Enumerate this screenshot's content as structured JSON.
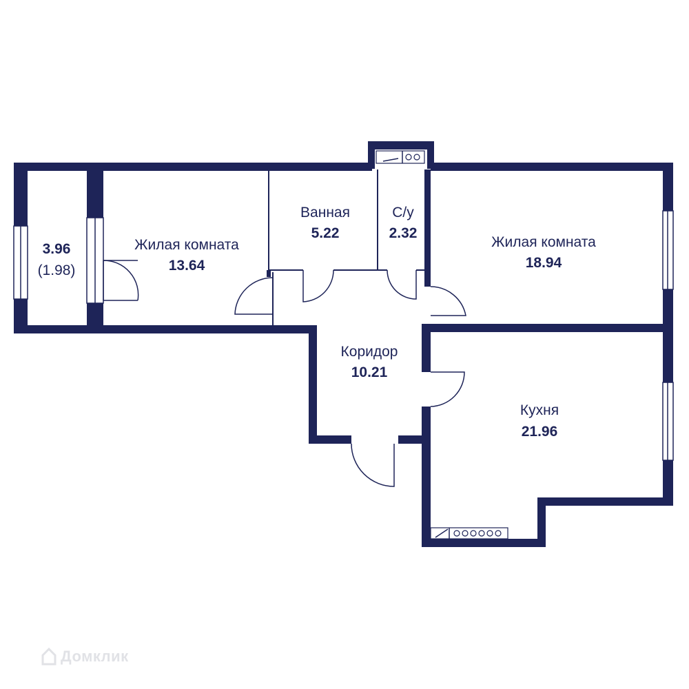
{
  "rooms": {
    "balcony": {
      "area": "3.96",
      "area_sub": "(1.98)"
    },
    "living_left": {
      "label": "Жилая комната",
      "area": "13.64"
    },
    "bath": {
      "label": "Ванная",
      "area": "5.22"
    },
    "wc": {
      "label": "С/у",
      "area": "2.32"
    },
    "living_right": {
      "label": "Жилая комната",
      "area": "18.94"
    },
    "corridor": {
      "label": "Коридор",
      "area": "10.21"
    },
    "kitchen": {
      "label": "Кухня",
      "area": "21.96"
    }
  },
  "watermark": {
    "text": "Домклик",
    "icon": "house-logo-icon"
  },
  "colors": {
    "wall": "#1e2458",
    "background": "#ffffff",
    "watermark": "#c9cbd3"
  }
}
